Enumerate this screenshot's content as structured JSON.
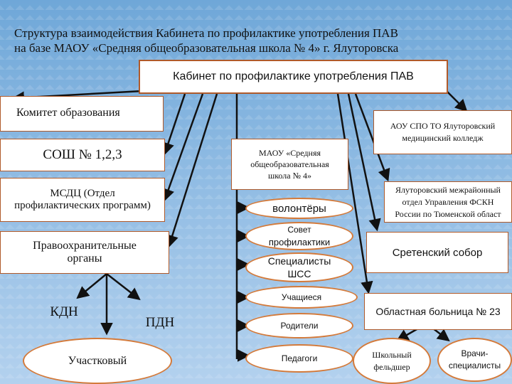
{
  "title_line1": "Структура взаимодействия Кабинета по профилактике употребления ПАВ",
  "title_line2": "на базе МАОУ «Средняя общеобразовательная школа № 4» г. Ялуторовска",
  "center_box": "Кабинет по профилактике употребления ПАВ",
  "left_boxes": {
    "committee": "Комитет образования",
    "schools": "СОШ № 1,2,3",
    "msdc_line1": "МСДЦ (Отдел",
    "msdc_line2": "профилактических программ)",
    "law_line1": "Правоохранительные",
    "law_line2": "органы"
  },
  "law_children": {
    "kdn": "КДН",
    "pdn": "ПДН",
    "district": "Участковый"
  },
  "school4_line1": "МАОУ «Средняя",
  "school4_line2": "общеобразовательная",
  "school4_line3": "школа № 4»",
  "ovals": {
    "volunteers": "волонтёры",
    "council_line1": "Совет",
    "council_line2": "профилактики",
    "specialists_line1": "Специалисты",
    "specialists_line2": "ШСС",
    "students": "Учащиеся",
    "parents": "Родители",
    "teachers": "Педагоги"
  },
  "right_boxes": {
    "college_line1": "АОУ СПО ТО Ялуторовский",
    "college_line2": "медицинский колледж",
    "fskn_line1": "Ялуторовский межрайонный",
    "fskn_line2": "отдел Управления ФСКН",
    "fskn_line3": "России по Тюменской област",
    "cathedral": "Сретенский собор",
    "hospital": "Областная больница № 23"
  },
  "hospital_children": {
    "paramedic_line1": "Школьный",
    "paramedic_line2": "фельдшер",
    "doctors_line1": "Врачи-",
    "doctors_line2": "специалисты"
  },
  "colors": {
    "background_top": "#6fa7d8",
    "background_bottom": "#b3d1ee",
    "box_border": "#b05a2a",
    "oval_border": "#d47a3a",
    "arrow": "#111111"
  }
}
